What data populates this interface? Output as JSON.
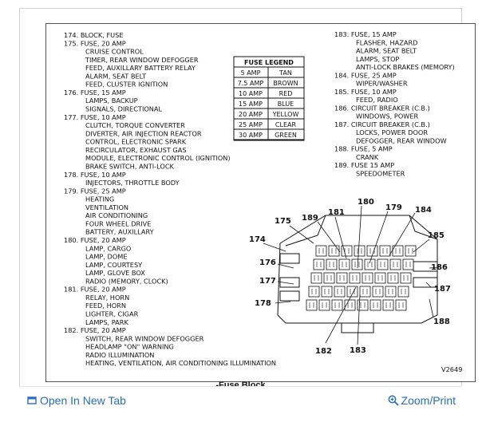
{
  "left_column": [
    "174. BLOCK, FUSE",
    "175. FUSE, 20 AMP",
    "CRUISE CONTROL",
    "TIMER, REAR WINDOW DEFOGGER",
    "FEED, AUXILLARY BATTERY RELAY",
    "ALARM, SEAT BELT",
    "FEED, CLUSTER IGNITION",
    "176. FUSE, 15 AMP",
    "LAMPS, BACKUP",
    "SIGNALS, DIRECTIONAL",
    "177. FUSE, 10 AMP",
    "CLUTCH, TORQUE CONVERTER",
    "DIVERTER, AIR INJECTION REACTOR",
    "CONTROL, ELECTRONIC SPARK",
    "RECIRCULATOR, EXHAUST GAS",
    "MODULE, ELECTRONIC CONTROL (IGNITION)",
    "BRAKE SWITCH, ANTI-LOCK",
    "178. FUSE, 10 AMP",
    "INJECTORS, THROTTLE BODY",
    "179. FUSE, 25 AMP",
    "HEATING",
    "VENTILATION",
    "AIR CONDITIONING",
    "FOUR WHEEL DRIVE",
    "BATTERY, AUXILLARY",
    "180. FUSE, 20 AMP",
    "LAMP, CARGO",
    "LAMP, DOME",
    "LAMP, COURTESY",
    "LAMP, GLOVE BOX",
    "RADIO (MEMORY, CLOCK)",
    "181. FUSE, 20 AMP",
    "RELAY, HORN",
    "FEED, HORN",
    "LIGHTER, CIGAR",
    "LAMPS, PARK",
    "182. FUSE, 20 AMP",
    "SWITCH, REAR WINDOW DEFOGGER",
    "HEADLAMP \"ON\" WARNING",
    "RADIO ILLUMINATION",
    "HEATING, VENTILATION, AIR CONDITIONING ILLUMINATION"
  ],
  "right_column": [
    "183. FUSE, 15 AMP",
    "FLASHER, HAZARD",
    "ALARM, SEAT BELT",
    "LAMPS, STOP",
    "ANTI-LOCK BRAKES (MEMORY)",
    "184. FUSE, 25 AMP",
    "WIPER/WASHER",
    "185. FUSE, 10 AMP",
    "FEED, RADIO",
    "186. CIRCUIT BREAKER (C.B.)",
    "WINDOWS, POWER",
    "187. CIRCUIT BREAKER (C.B.)",
    "LOCKS, POWER DOOR",
    "DEFOGGER, REAR WINDOW",
    "188. FUSE, 5 AMP",
    "CRANK",
    "189. FUSE 15 AMP",
    "SPEEDOMETER"
  ],
  "legend": {
    "title": "FUSE LEGEND",
    "rows": [
      {
        "amp": "5 AMP",
        "color": "TAN"
      },
      {
        "amp": "7.5 AMP",
        "color": "BROWN"
      },
      {
        "amp": "10 AMP",
        "color": "RED"
      },
      {
        "amp": "15 AMP",
        "color": "BLUE"
      },
      {
        "amp": "20 AMP",
        "color": "YELLOW"
      },
      {
        "amp": "25 AMP",
        "color": "CLEAR"
      },
      {
        "amp": "30 AMP",
        "color": "GREEN"
      }
    ]
  },
  "callouts": {
    "n174": "174",
    "n175": "175",
    "n176": "176",
    "n177": "177",
    "n178": "178",
    "n179": "179",
    "n180": "180",
    "n181": "181",
    "n182": "182",
    "n183": "183",
    "n184": "184",
    "n185": "185",
    "n186": "186",
    "n187": "187",
    "n188": "188",
    "n189": "189"
  },
  "figure_code": "V2649",
  "caption": "Fuse Block",
  "footer": {
    "open_tab": "Open In New Tab",
    "zoom": "Zoom/Print",
    "open_tab_icon": "open-in-new-tab-icon",
    "zoom_icon": "magnifier-plus-icon",
    "link_color": "#2a6ebb"
  }
}
